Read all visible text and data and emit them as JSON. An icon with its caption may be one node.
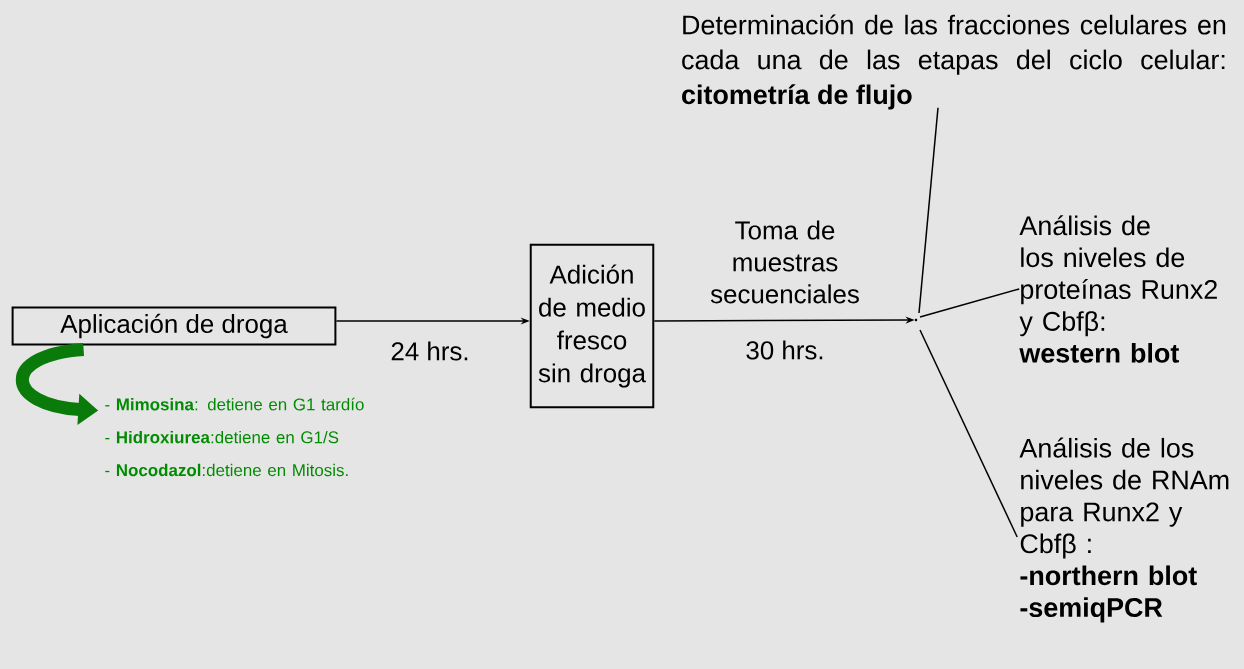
{
  "diagram": {
    "nodes": [
      {
        "text": [
          "Aplicación de droga"
        ]
      },
      {
        "text": [
          "Adición de medio fresco sin droga"
        ]
      },
      {
        "text": [],
        "shape": "point"
      },
      {
        "text": [
          "Determinación de las fracciones celulares en cada una de las etapas del ciclo celular: **citometría de flujo**"
        ]
      },
      {
        "text": [
          "Análisis de los niveles de proteínas Runx2 y Cbfβ:",
          "western blot"
        ]
      },
      {
        "text": [
          "Análisis de los niveles de RNAm para Runx2 y Cbfβ :",
          "-northern blot",
          "-semiqPCR"
        ]
      },
      {
        "text": [
          "- **Mimosina**: detiene en G1 tardío",
          "- **Hidroxiurea**:detiene en G1/S",
          "- **Nocodazol**:detiene en Mitosis."
        ]
      }
    ],
    "edges": [
      {
        "from": 0,
        "to": 1,
        "arrow": "to",
        "label": "24 hrs."
      },
      {
        "from": 1,
        "to": 2,
        "arrow": "to",
        "label": "Toma de muestras secuenciales"
      },
      {
        "from": 2,
        "to": 3,
        "arrow": "none"
      },
      {
        "from": 2,
        "to": 4,
        "arrow": "none"
      },
      {
        "from": 2,
        "to": 5,
        "arrow": "none"
      },
      {
        "from": 0,
        "to": 6,
        "arrow": "to",
        "style": "thick",
        "color": "#0a7a0a"
      }
    ],
    "labels": [
      "30 hrs."
    ]
  }
}
